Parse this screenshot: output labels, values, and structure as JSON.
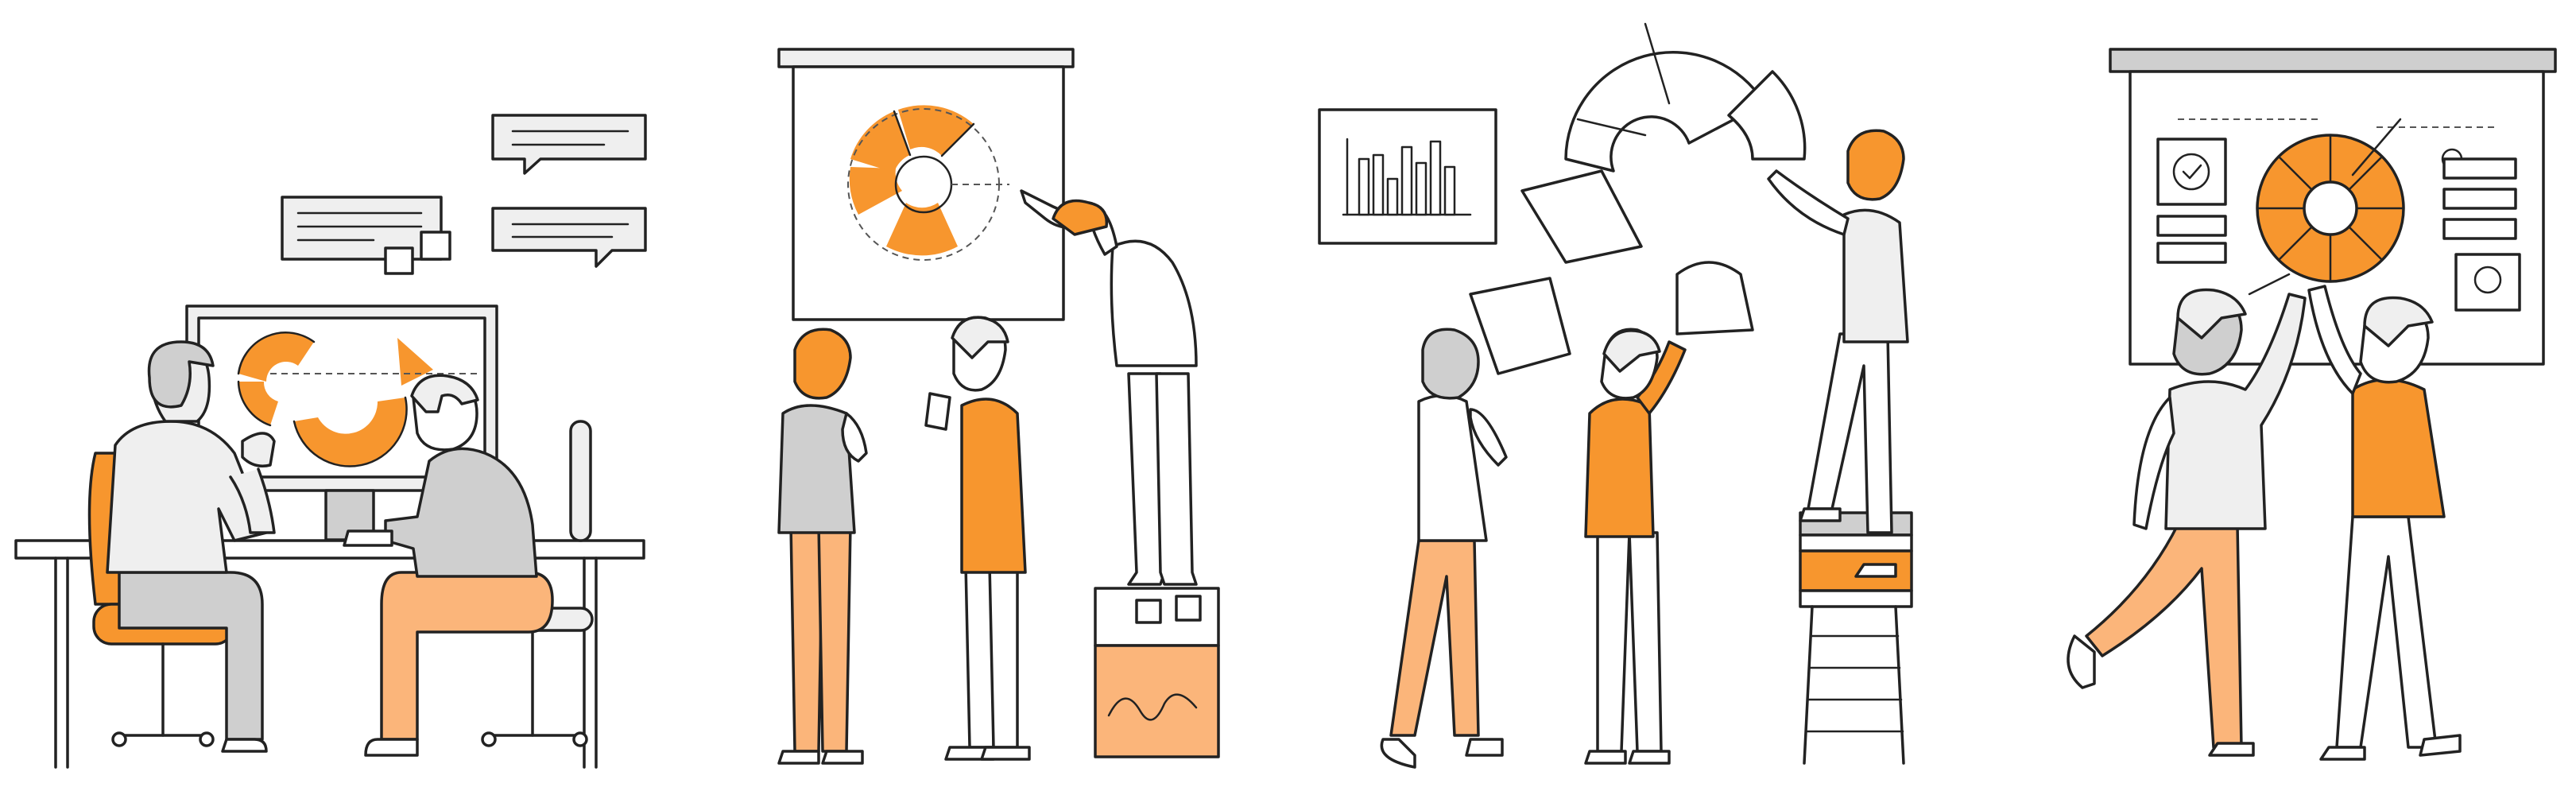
{
  "colors": {
    "accent": "#F7962E",
    "accent_light": "#FBB57A",
    "grey": "#CFCFCF",
    "grey_light": "#EFEFEF",
    "outline": "#222222",
    "background": "#FFFFFF"
  },
  "scenes": [
    {
      "id": "office-desk",
      "description_icon": "team-at-computer-icon"
    },
    {
      "id": "presentation-board",
      "description_icon": "presentation-board-icon"
    },
    {
      "id": "puzzle-chart",
      "description_icon": "assembling-chart-icon"
    },
    {
      "id": "high-five-board",
      "description_icon": "high-five-icon"
    }
  ]
}
